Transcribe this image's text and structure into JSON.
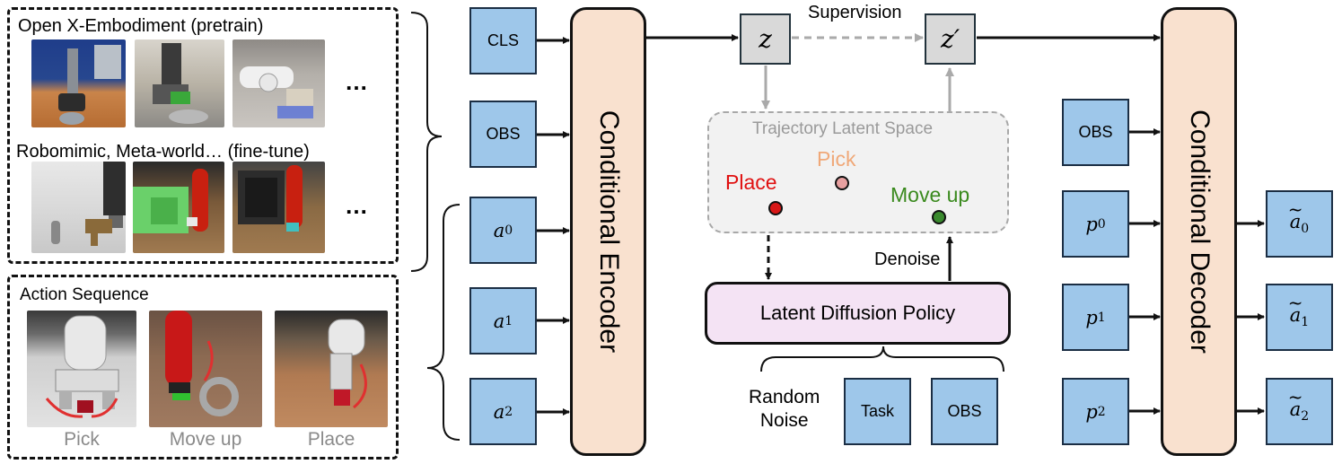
{
  "left": {
    "pretrain_title": "Open X-Embodiment (pretrain)",
    "finetune_title": "Robomimic, Meta-world… (fine-tune)",
    "ellipsis": "…",
    "action_title": "Action Sequence",
    "action_captions": [
      "Pick",
      "Move up",
      "Place"
    ]
  },
  "encoder": {
    "inputs": [
      "CLS",
      "OBS"
    ],
    "actions": [
      {
        "sym": "a",
        "sub": "0"
      },
      {
        "sym": "a",
        "sub": "1"
      },
      {
        "sym": "a",
        "sub": "2"
      }
    ],
    "label": "Conditional Encoder"
  },
  "latent": {
    "z": "z",
    "z_prime": "z′",
    "supervision": "Supervision",
    "space_title": "Trajectory Latent Space",
    "points": [
      {
        "label": "Place",
        "color": "#e01010",
        "fill": "#d81818"
      },
      {
        "label": "Pick",
        "color": "#f0a878",
        "fill": "#e8a0a0"
      },
      {
        "label": "Move up",
        "color": "#3a8a1e",
        "fill": "#3a8a2e"
      }
    ],
    "denoise": "Denoise",
    "policy": "Latent Diffusion Policy",
    "random_noise": "Random\nNoise",
    "conditions": [
      "Task",
      "OBS"
    ]
  },
  "decoder": {
    "obs": "OBS",
    "prompts": [
      {
        "sym": "p",
        "sub": "0"
      },
      {
        "sym": "p",
        "sub": "1"
      },
      {
        "sym": "p",
        "sub": "2"
      }
    ],
    "label": "Conditional Decoder",
    "outputs": [
      {
        "sym": "a",
        "sub": "0"
      },
      {
        "sym": "a",
        "sub": "1"
      },
      {
        "sym": "a",
        "sub": "2"
      }
    ]
  },
  "colors": {
    "input_box": "#9ec7ea",
    "encoder_fill": "#f9e1cf",
    "policy_fill": "#f4e3f4",
    "latent_fill": "#f2f2f2"
  }
}
